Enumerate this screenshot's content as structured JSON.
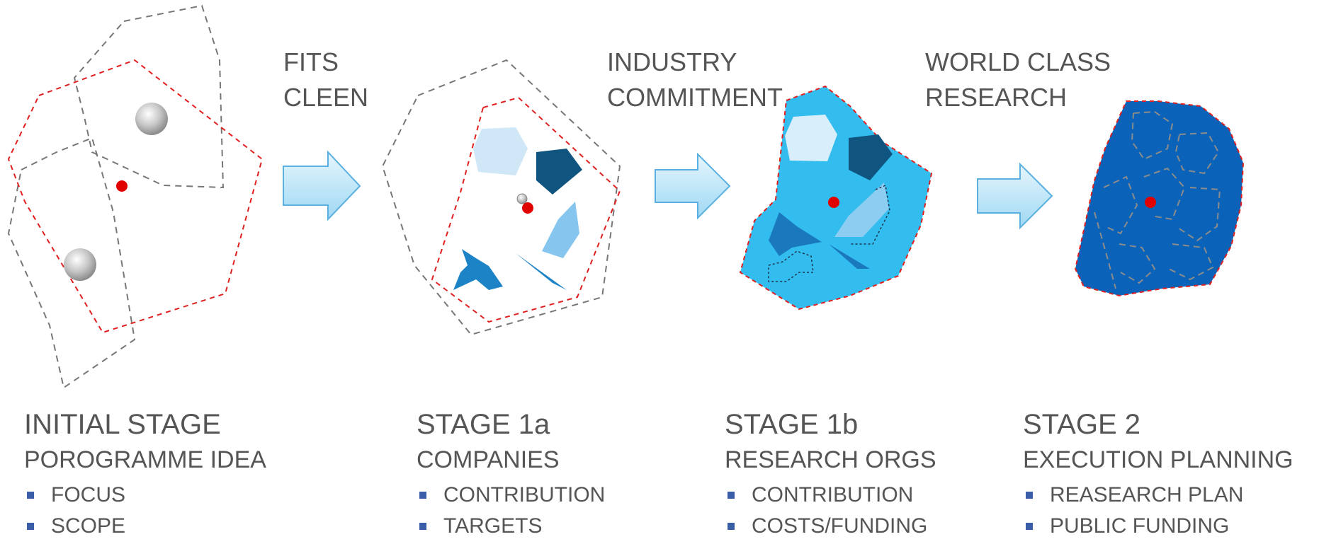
{
  "flow_labels": [
    {
      "lines": [
        "FITS",
        "CLEEN"
      ]
    },
    {
      "lines": [
        "INDUSTRY",
        "COMMITMENT"
      ]
    },
    {
      "lines": [
        "WORLD CLASS",
        "RESEARCH"
      ]
    }
  ],
  "stages": [
    {
      "title": "INITIAL STAGE",
      "subtitle": "POROGRAMME IDEA",
      "bullets": [
        "FOCUS",
        "SCOPE"
      ]
    },
    {
      "title": "STAGE 1a",
      "subtitle": "COMPANIES",
      "bullets": [
        "CONTRIBUTION",
        "TARGETS"
      ]
    },
    {
      "title": "STAGE 1b",
      "subtitle": "RESEARCH ORGS",
      "bullets": [
        "CONTRIBUTION",
        "COSTS/FUNDING"
      ]
    },
    {
      "title": "STAGE 2",
      "subtitle": "EXECUTION PLANNING",
      "bullets": [
        "REASEARCH PLAN",
        "PUBLIC FUNDING"
      ]
    }
  ],
  "colors": {
    "focus_dot": "#e00000",
    "red_dashed_outline": "#e02020",
    "grey_dashed_outline": "#777777",
    "stage1b_fill": "#33bdee",
    "stage2_fill": "#0a63b8",
    "arrow_fill": "#bfe6f8",
    "arrow_stroke": "#5ab0e0",
    "bullet": "#3b5ea8",
    "text": "#555555"
  }
}
